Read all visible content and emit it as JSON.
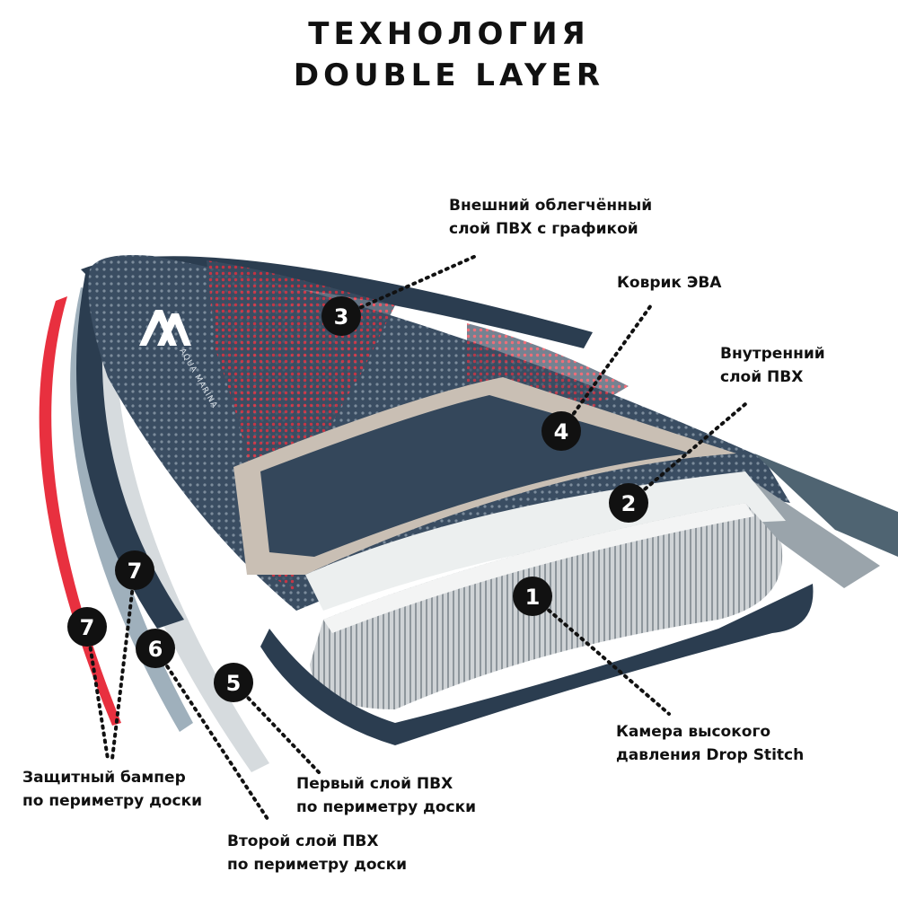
{
  "title": {
    "line1": "ТЕХНОЛОГИЯ",
    "line2": "DOUBLE LAYER"
  },
  "brand": {
    "logo_text": "AQUA MARINA"
  },
  "colors": {
    "navy": "#2b3d50",
    "red": "#e8303f",
    "grey": "#8fa0ad",
    "light_grey": "#d9dde0",
    "eva": "#c9bfb4",
    "badge": "#111111"
  },
  "layers": [
    {
      "number": "1",
      "label_lines": [
        "Камера высокого",
        "давления Drop Stitch"
      ]
    },
    {
      "number": "2",
      "label_lines": [
        "Внутренний",
        "слой ПВХ"
      ]
    },
    {
      "number": "3",
      "label_lines": [
        "Внешний облегчённый",
        "слой ПВХ с графикой"
      ]
    },
    {
      "number": "4",
      "label_lines": [
        "Коврик ЭВА"
      ]
    },
    {
      "number": "5",
      "label_lines": [
        "Первый слой ПВХ",
        "по периметру доски"
      ]
    },
    {
      "number": "6",
      "label_lines": [
        "Второй слой ПВХ",
        "по периметру доски"
      ]
    },
    {
      "number": "7",
      "label_lines": [
        "Защитный бампер",
        "по периметру доски"
      ]
    }
  ]
}
